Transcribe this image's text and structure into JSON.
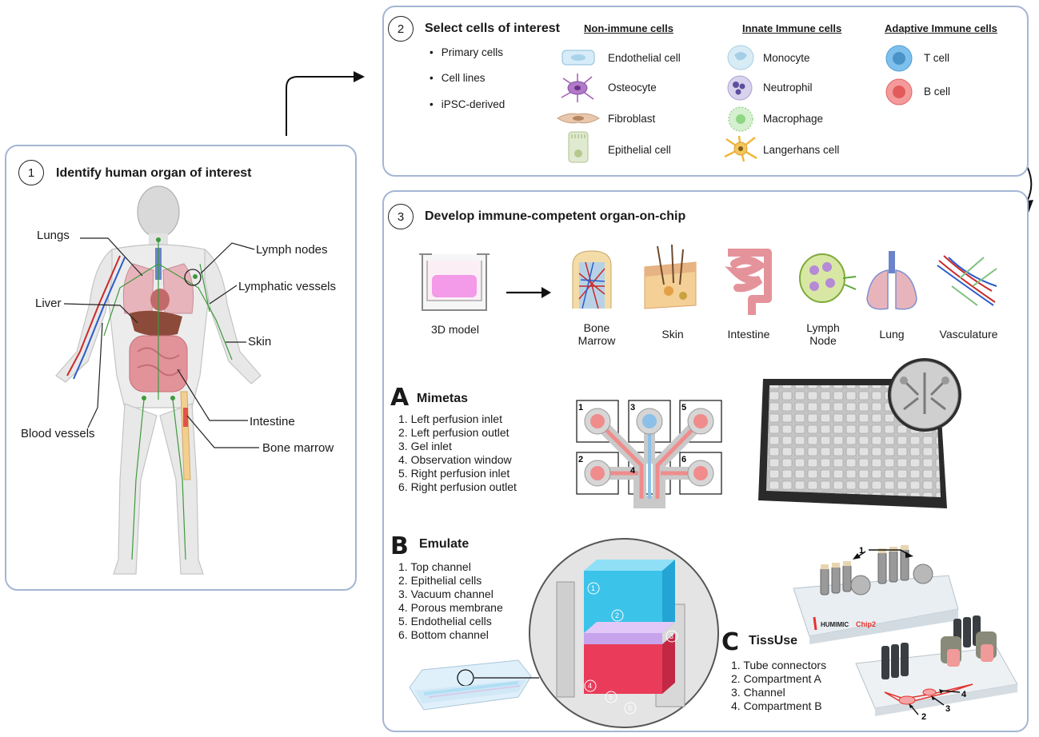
{
  "panel1": {
    "number": "1",
    "title": "Identify human organ of interest",
    "labels": {
      "lungs": "Lungs",
      "liver": "Liver",
      "lymph_nodes": "Lymph nodes",
      "lymphatic_vessels": "Lymphatic vessels",
      "skin": "Skin",
      "intestine": "Intestine",
      "bone_marrow": "Bone marrow",
      "blood_vessels": "Blood vessels"
    }
  },
  "panel2": {
    "number": "2",
    "title": "Select cells of interest",
    "sources": [
      "Primary cells",
      "Cell lines",
      "iPSC-derived"
    ],
    "non_immune": {
      "heading": "Non-immune cells",
      "cells": [
        "Endothelial cell",
        "Osteocyte",
        "Fibroblast",
        "Epithelial cell"
      ]
    },
    "innate": {
      "heading": "Innate Immune cells",
      "cells": [
        "Monocyte",
        "Neutrophil",
        "Macrophage",
        "Langerhans cell"
      ]
    },
    "adaptive": {
      "heading": "Adaptive Immune cells",
      "cells": [
        "T cell",
        "B cell"
      ]
    }
  },
  "panel3": {
    "number": "3",
    "title": "Develop immune-competent organ-on-chip",
    "model_label": "3D model",
    "organs": [
      {
        "line1": "Bone",
        "line2": "Marrow"
      },
      {
        "line1": "Skin",
        "line2": ""
      },
      {
        "line1": "Intestine",
        "line2": ""
      },
      {
        "line1": "Lymph",
        "line2": "Node"
      },
      {
        "line1": "Lung",
        "line2": ""
      },
      {
        "line1": "Vasculature",
        "line2": ""
      }
    ],
    "mimetas": {
      "letter": "A",
      "name": "Mimetas",
      "items": [
        "1.  Left perfusion inlet",
        "2.  Left perfusion outlet",
        "3.  Gel inlet",
        "4.  Observation window",
        "5.  Right perfusion inlet",
        "6.  Right perfusion outlet"
      ],
      "chip_numbers": [
        "1",
        "2",
        "3",
        "4",
        "5",
        "6"
      ]
    },
    "emulate": {
      "letter": "B",
      "name": "Emulate",
      "items": [
        "1.  Top channel",
        "2.  Epithelial cells",
        "3.  Vacuum channel",
        "4.  Porous membrane",
        "5.  Endothelial cells",
        "6.  Bottom channel"
      ],
      "callouts": [
        "1",
        "2",
        "3",
        "4",
        "5",
        "6"
      ]
    },
    "tissuse": {
      "letter": "C",
      "name": "TissUse",
      "items": [
        "1.  Tube connectors",
        "2.  Compartment A",
        "3.  Channel",
        "4.  Compartment B"
      ],
      "brand_prefix": "HUMIMIC",
      "brand_suffix": "Chip2",
      "callouts": [
        "1",
        "2",
        "3",
        "4"
      ]
    }
  },
  "colors": {
    "panel_border": "#a4b6d4",
    "mimetas_channel": "#f08c8c",
    "emulate_top": "#3cc3ea",
    "emulate_bottom": "#ea3c5a",
    "tissuse_red": "#e3342f"
  }
}
